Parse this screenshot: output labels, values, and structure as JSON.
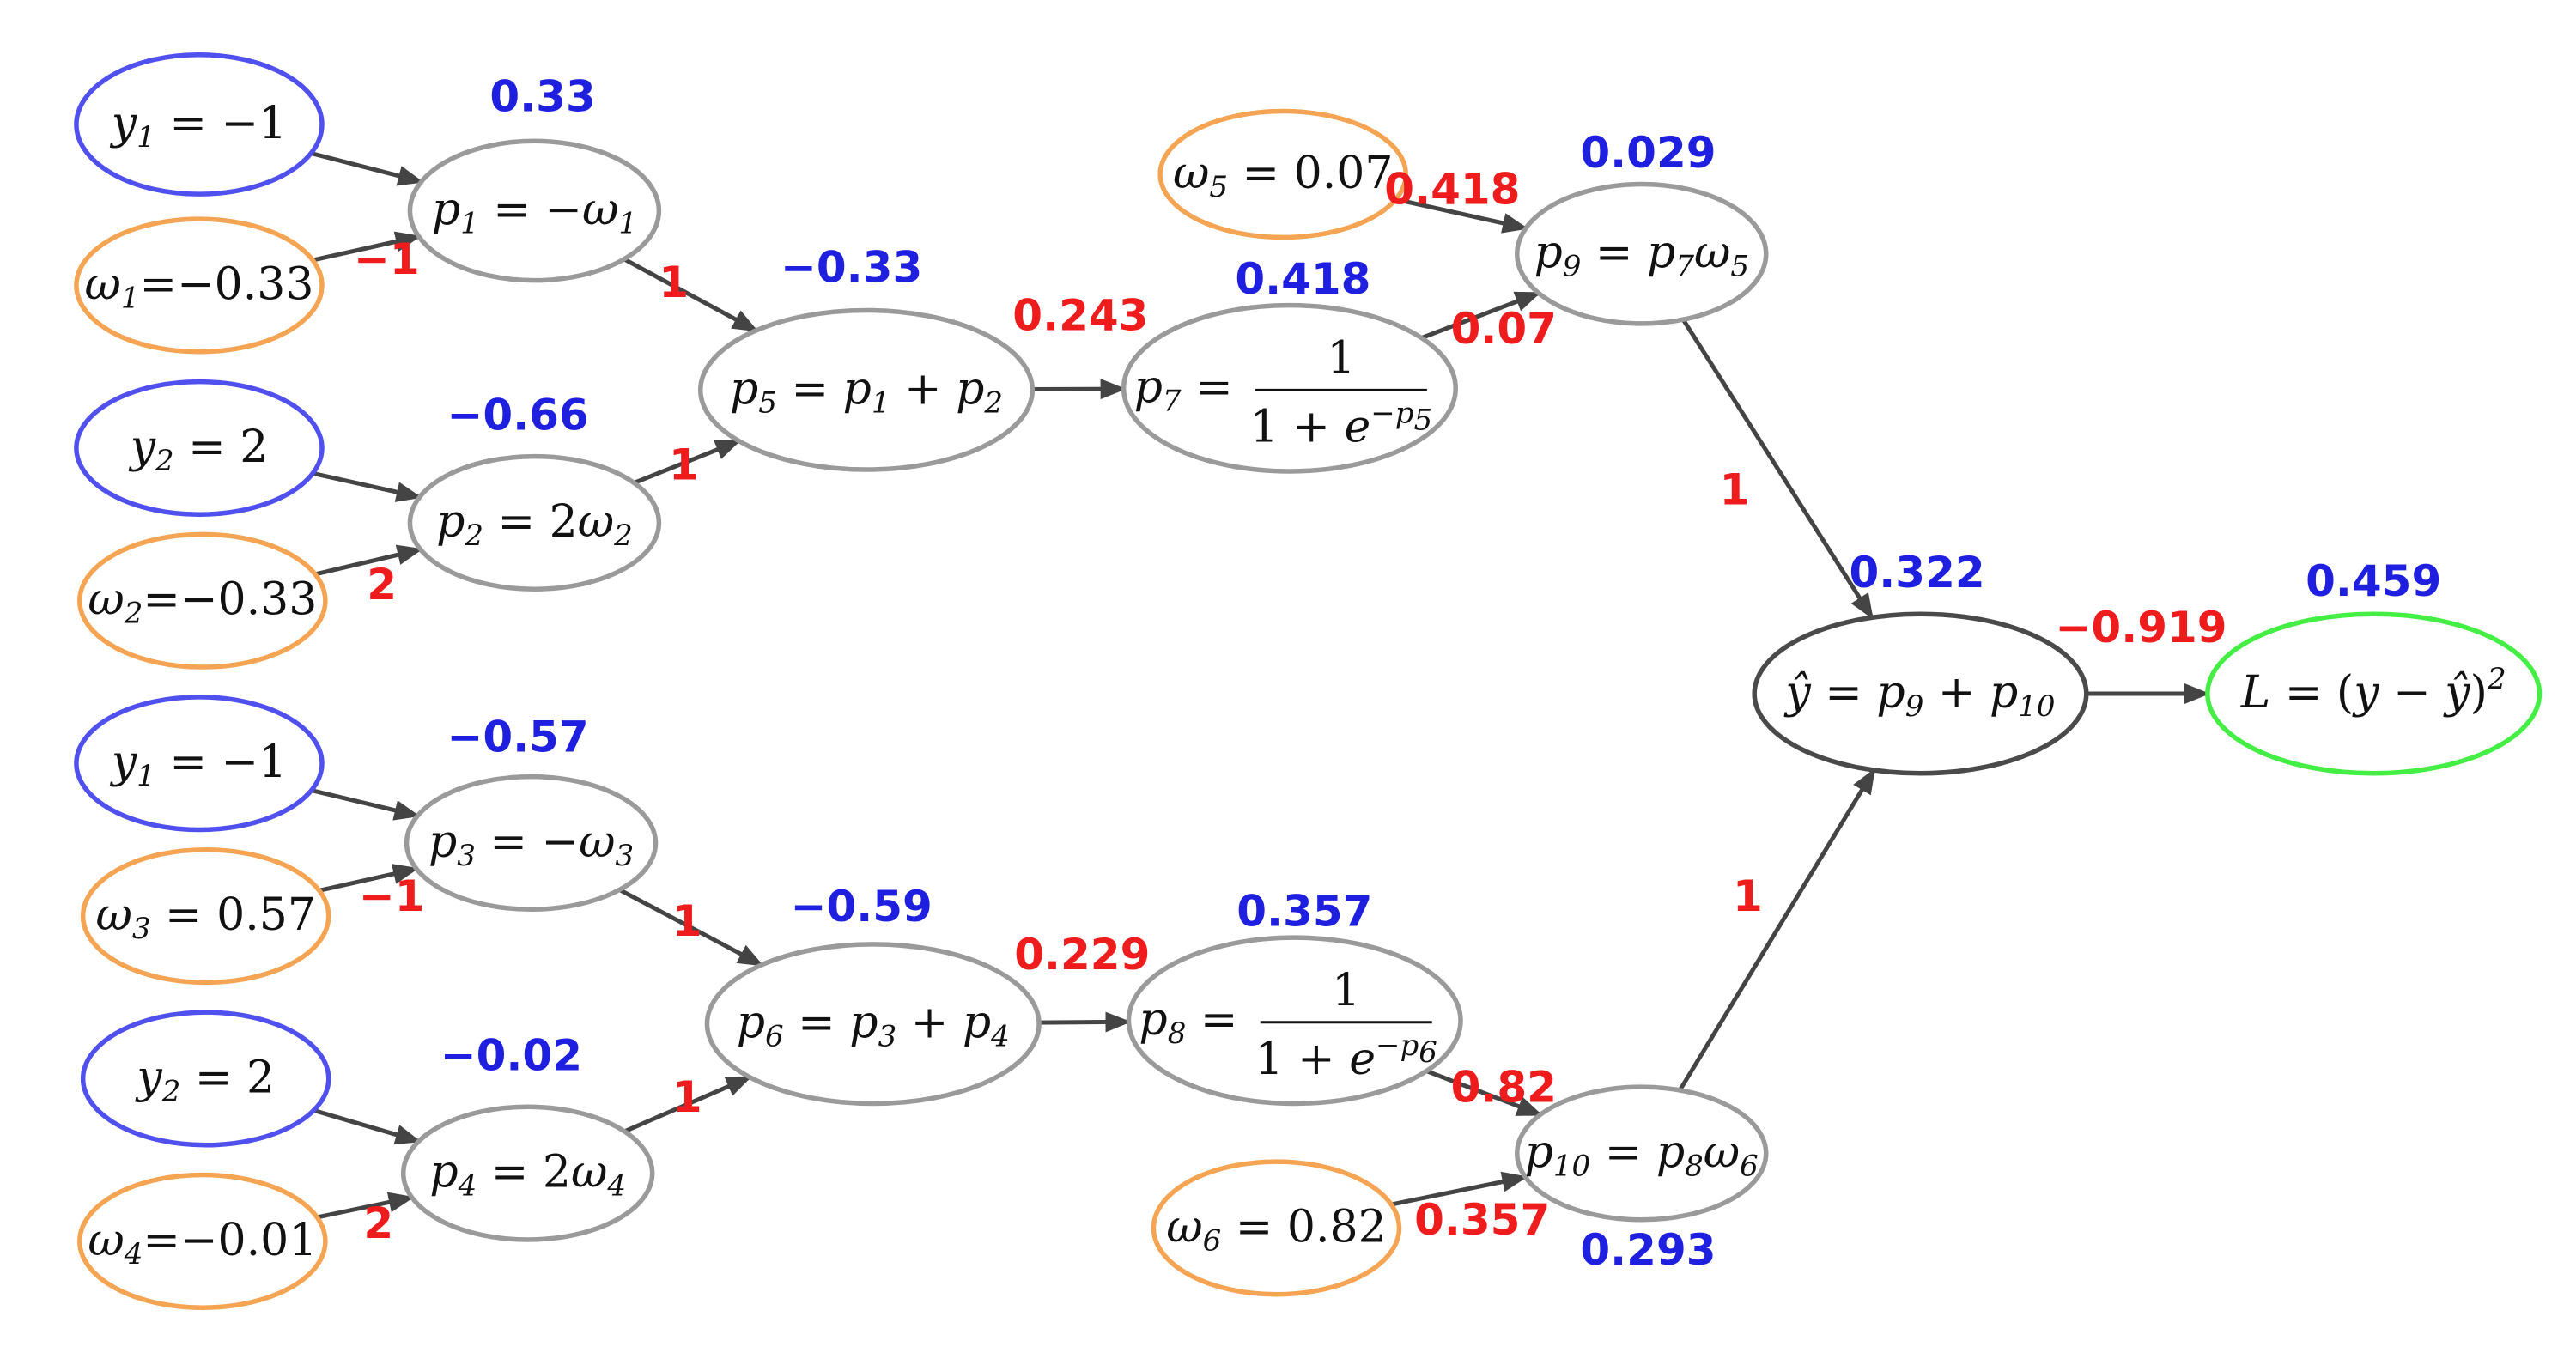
{
  "colors": {
    "input_y": "#5050ee",
    "weight": "#f4a452",
    "intermediate": "#9a9a9a",
    "output": "#4a4a4a",
    "loss": "#44ee44",
    "forward_value": "#1f1fe0",
    "gradient": "#ee1c1c",
    "edge": "#444444"
  },
  "nodes": [
    {
      "id": "y1a",
      "kind": "input_y",
      "label": "y1 = −1"
    },
    {
      "id": "w1",
      "kind": "weight",
      "label": "ω1=−0.33"
    },
    {
      "id": "y2a",
      "kind": "input_y",
      "label": "y2 = 2"
    },
    {
      "id": "w2",
      "kind": "weight",
      "label": "ω2=−0.33"
    },
    {
      "id": "y1b",
      "kind": "input_y",
      "label": "y1 = −1"
    },
    {
      "id": "w3",
      "kind": "weight",
      "label": "ω3 = 0.57"
    },
    {
      "id": "y2b",
      "kind": "input_y",
      "label": "y2 = 2"
    },
    {
      "id": "w4",
      "kind": "weight",
      "label": "ω4=−0.01"
    },
    {
      "id": "p1",
      "kind": "intermediate",
      "label": "p1 = −ω1",
      "value": "0.33"
    },
    {
      "id": "p2",
      "kind": "intermediate",
      "label": "p2 = 2ω2",
      "value": "−0.66"
    },
    {
      "id": "p3",
      "kind": "intermediate",
      "label": "p3 = −ω3",
      "value": "−0.57"
    },
    {
      "id": "p4",
      "kind": "intermediate",
      "label": "p4 = 2ω4",
      "value": "−0.02"
    },
    {
      "id": "p5",
      "kind": "intermediate",
      "label": "p5 = p1 + p2",
      "value": "−0.33"
    },
    {
      "id": "p6",
      "kind": "intermediate",
      "label": "p6 = p3 + p4",
      "value": "−0.59"
    },
    {
      "id": "p7",
      "kind": "intermediate",
      "label": "p7 = 1 / (1 + e^−p5)",
      "value": "0.418"
    },
    {
      "id": "p8",
      "kind": "intermediate",
      "label": "p8 = 1 / (1 + e^−p6)",
      "value": "0.357"
    },
    {
      "id": "w5",
      "kind": "weight",
      "label": "ω5 = 0.07"
    },
    {
      "id": "w6",
      "kind": "weight",
      "label": "ω6 = 0.82"
    },
    {
      "id": "p9",
      "kind": "intermediate",
      "label": "p9 = p7ω5",
      "value": "0.029"
    },
    {
      "id": "p10",
      "kind": "intermediate",
      "label": "p10 = p8ω6",
      "value": "0.293"
    },
    {
      "id": "yhat",
      "kind": "output",
      "label": "ŷ = p9 + p10",
      "value": "0.322"
    },
    {
      "id": "L",
      "kind": "loss",
      "label": "L = (y − ŷ)^2",
      "value": "0.459"
    }
  ],
  "edges": [
    {
      "from": "y1a",
      "to": "p1"
    },
    {
      "from": "w1",
      "to": "p1",
      "grad": "−1"
    },
    {
      "from": "y2a",
      "to": "p2"
    },
    {
      "from": "w2",
      "to": "p2",
      "grad": "2"
    },
    {
      "from": "y1b",
      "to": "p3"
    },
    {
      "from": "w3",
      "to": "p3",
      "grad": "−1"
    },
    {
      "from": "y2b",
      "to": "p4"
    },
    {
      "from": "w4",
      "to": "p4",
      "grad": "2"
    },
    {
      "from": "p1",
      "to": "p5",
      "grad": "1"
    },
    {
      "from": "p2",
      "to": "p5",
      "grad": "1"
    },
    {
      "from": "p3",
      "to": "p6",
      "grad": "1"
    },
    {
      "from": "p4",
      "to": "p6",
      "grad": "1"
    },
    {
      "from": "p5",
      "to": "p7",
      "grad": "0.243"
    },
    {
      "from": "p6",
      "to": "p8",
      "grad": "0.229"
    },
    {
      "from": "w5",
      "to": "p9",
      "grad": "0.418"
    },
    {
      "from": "p7",
      "to": "p9",
      "grad": "0.07"
    },
    {
      "from": "w6",
      "to": "p10",
      "grad": "0.357"
    },
    {
      "from": "p8",
      "to": "p10",
      "grad": "0.82"
    },
    {
      "from": "p9",
      "to": "yhat",
      "grad": "1"
    },
    {
      "from": "p10",
      "to": "yhat",
      "grad": "1"
    },
    {
      "from": "yhat",
      "to": "L",
      "grad": "−0.919"
    }
  ]
}
